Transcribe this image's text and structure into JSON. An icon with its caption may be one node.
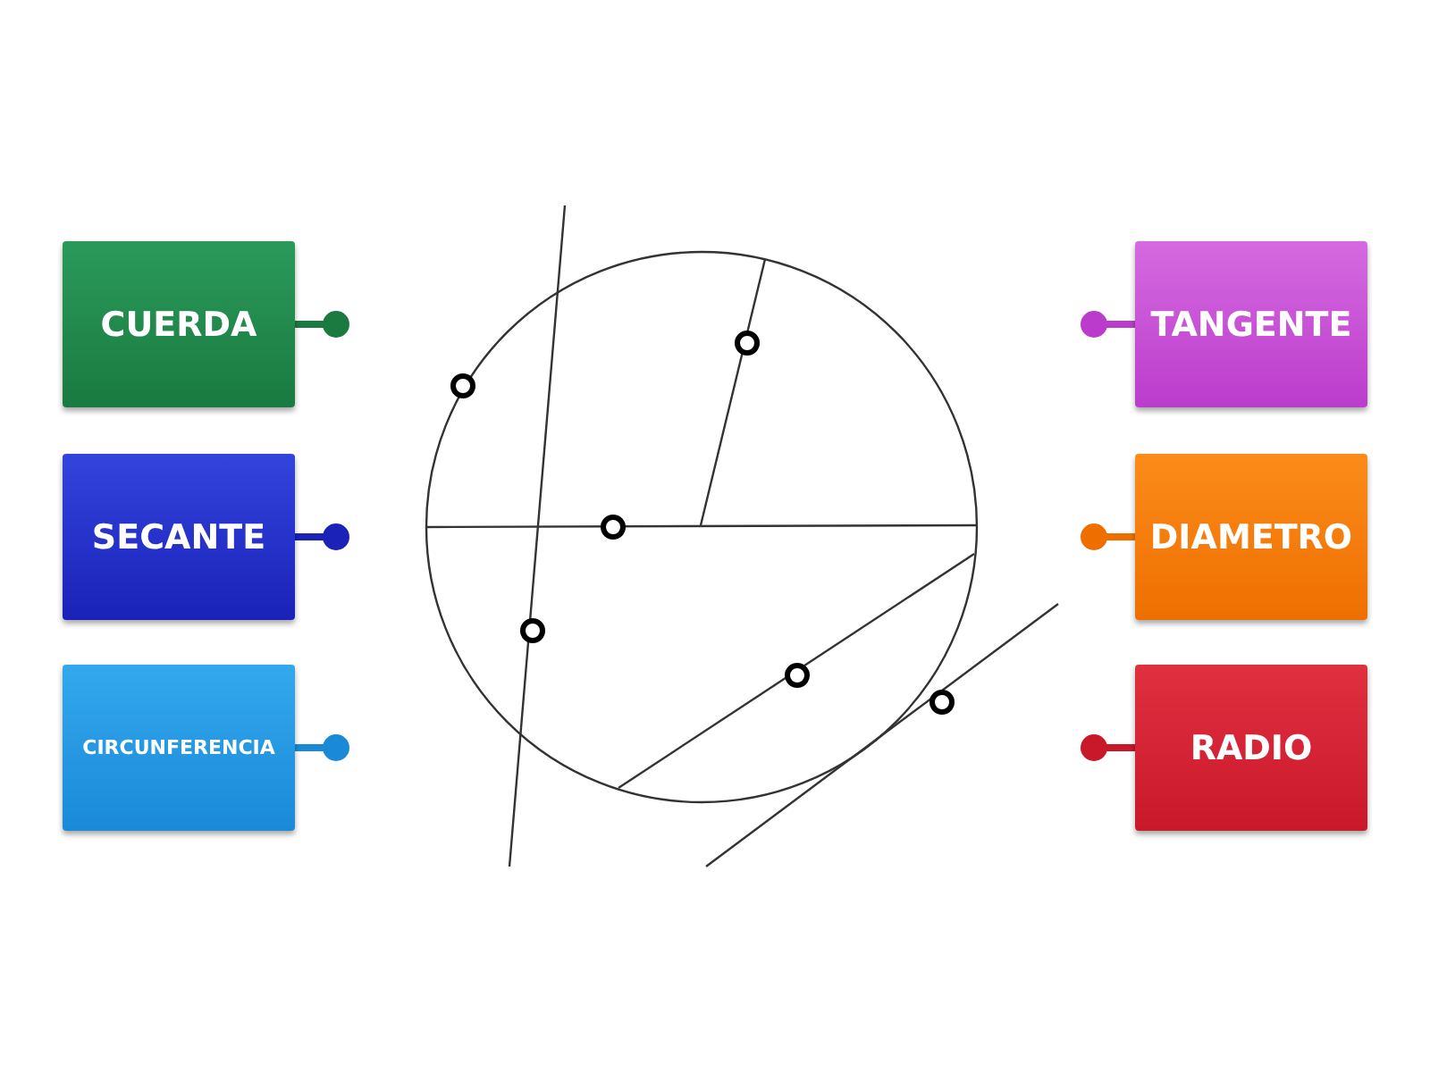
{
  "diagram": {
    "nodes": [
      {
        "text": [
          "CUERDA"
        ]
      },
      {
        "text": [
          "SECANTE"
        ]
      },
      {
        "text": [
          "CIRCUNFERENCIA"
        ]
      },
      {
        "text": [
          "TANGENTE"
        ]
      },
      {
        "text": [
          "DIAMETRO"
        ]
      },
      {
        "text": [
          "RADIO"
        ]
      }
    ]
  }
}
